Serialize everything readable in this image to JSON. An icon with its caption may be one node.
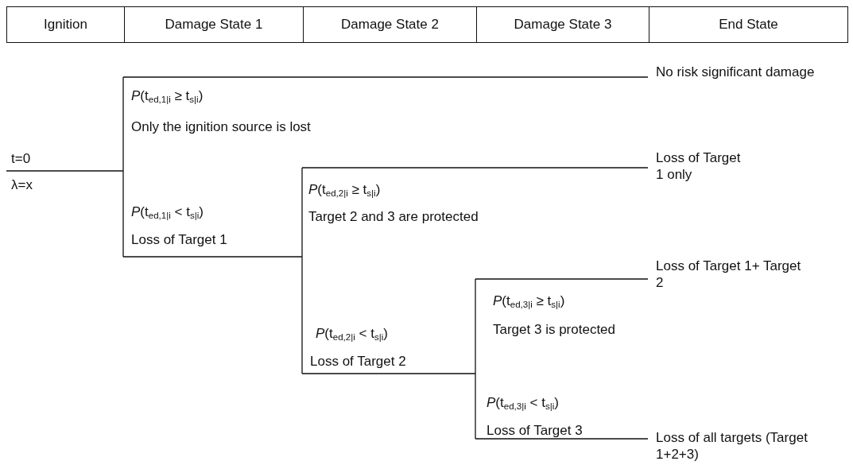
{
  "diagram": {
    "labels": [
      "Ignition",
      "Damage State 1",
      "Damage State 2",
      "Damage State 3",
      "End State",
      "No risk significant damage",
      "*P*(t$_{ed,1|i}$ ≥ t$_{s|i}$)",
      "Only the ignition source is lost",
      "Loss of Target 1 only",
      "t=0",
      "λ=x",
      "*P*(t$_{ed,2|i}$ ≥ t$_{s|i}$)",
      "Target 2 and 3 are protected",
      "*P*(t$_{ed,1|i}$ < t$_{s|i}$)",
      "Loss of Target 1",
      "Loss of Target 1+ Target 2",
      "*P*(t$_{ed,3|i}$ ≥ t$_{s|i}$)",
      "Target 3 is protected",
      "*P*(t$_{ed,2|i}$ < t$_{s|i}$)",
      "Loss of Target 2",
      "*P*(t$_{ed,3|i}$ < t$_{s|i}$)",
      "Loss of Target 3",
      "Loss of all targets (Target 1+2+3)"
    ]
  }
}
